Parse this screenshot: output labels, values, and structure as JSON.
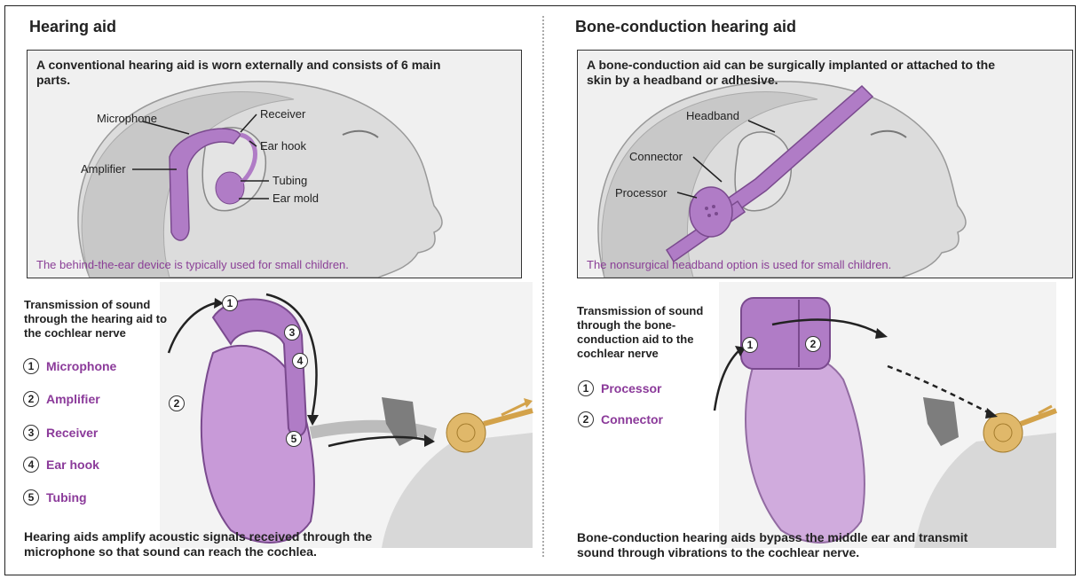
{
  "left": {
    "title": "Hearing aid",
    "box_text": "A conventional hearing aid is worn externally and consists of 6 main parts.",
    "parts": {
      "microphone": "Microphone",
      "receiver": "Receiver",
      "ear_hook": "Ear hook",
      "amplifier": "Amplifier",
      "tubing": "Tubing",
      "ear_mold": "Ear mold"
    },
    "caption": "The behind-the-ear device is typically used for small children.",
    "transmission": "Transmission of sound through the hearing aid to the cochlear nerve",
    "legend": [
      {
        "num": "1",
        "label": "Microphone"
      },
      {
        "num": "2",
        "label": "Amplifier"
      },
      {
        "num": "3",
        "label": "Receiver"
      },
      {
        "num": "4",
        "label": "Ear hook"
      },
      {
        "num": "5",
        "label": "Tubing"
      }
    ],
    "footer": "Hearing aids amplify acoustic signals received through the microphone so that sound can reach the cochlea."
  },
  "right": {
    "title": "Bone-conduction hearing aid",
    "box_text": "A bone-conduction aid can be surgically implanted or attached to the skin by a headband or adhesive.",
    "parts": {
      "headband": "Headband",
      "connector": "Connector",
      "processor": "Processor"
    },
    "caption": "The nonsurgical headband option is used for small children.",
    "transmission": "Transmission of sound through the bone-conduction aid to the cochlear nerve",
    "legend": [
      {
        "num": "1",
        "label": "Processor"
      },
      {
        "num": "2",
        "label": "Connector"
      }
    ],
    "footer": "Bone-conduction hearing aids bypass the middle ear and transmit sound through vibrations to the cochlear nerve."
  },
  "colors": {
    "device_purple": "#b07cc6",
    "label_purple": "#8b3a9a",
    "cochlea_gold": "#e0b86a"
  }
}
